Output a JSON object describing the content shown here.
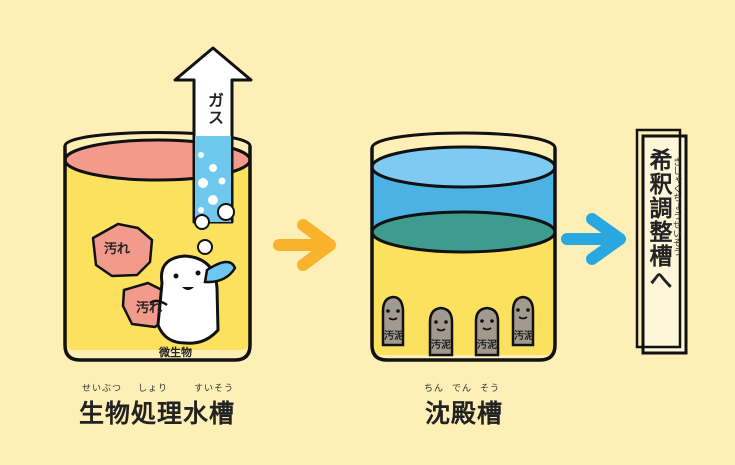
{
  "tank1": {
    "title": "生物処理水槽",
    "ruby": [
      "せいぶつ",
      "しょり",
      "すいそう"
    ],
    "gas_label": "ガス",
    "dirt_label_1": "汚れ",
    "dirt_label_2": "汚れ",
    "microbe_label": "微生物"
  },
  "tank2": {
    "title": "沈殿槽",
    "ruby": [
      "ちん",
      "でん",
      "そう"
    ],
    "sludge_labels": [
      "汚泥",
      "汚泥",
      "汚泥",
      "汚泥"
    ]
  },
  "next": {
    "title": "希釈調整槽へ",
    "ruby": "きしゃくちょうせいそう"
  },
  "colors": {
    "background": "#fdefb6",
    "tank_liquid": "#fbe15e",
    "top_layer_1": "#f29b8c",
    "arrow_orange": "#f9b22b",
    "arrow_blue": "#29a8e0",
    "water_blue": "#4ab3e2",
    "water_teal": "#3d9c8e",
    "sludge_gray": "#a29a8e"
  }
}
